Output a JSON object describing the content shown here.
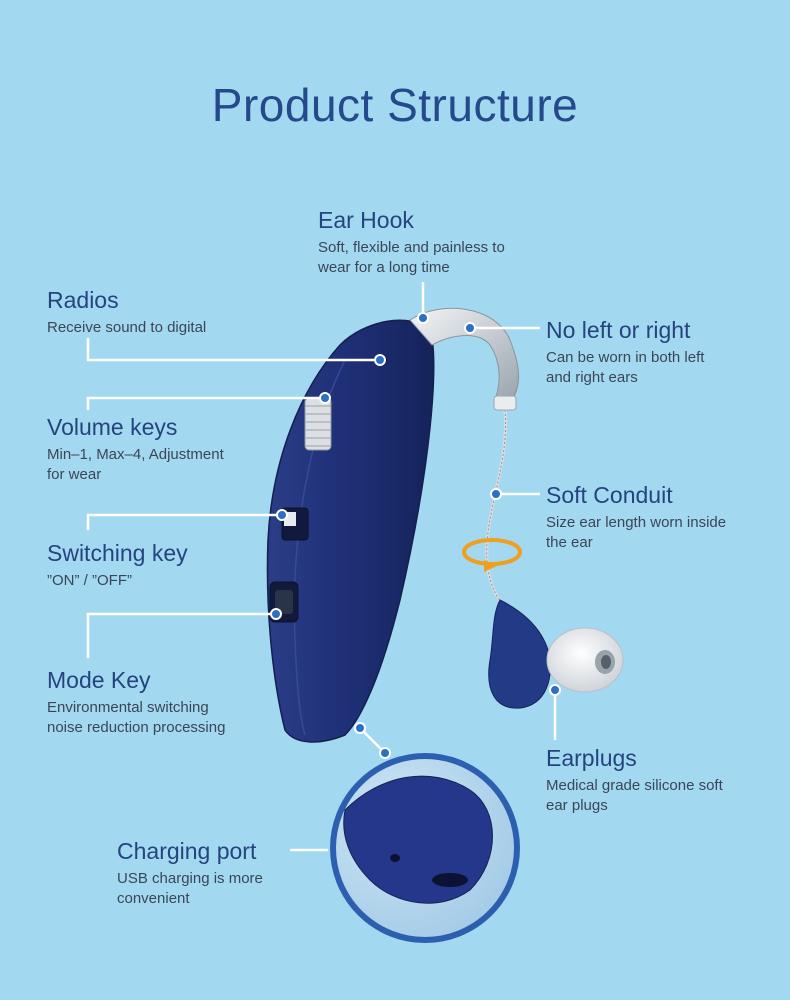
{
  "title": "Product Structure",
  "labels": {
    "ear_hook": {
      "heading": "Ear Hook",
      "line1": "Soft, flexible and painless to",
      "line2": "wear for a long time"
    },
    "radios": {
      "heading": "Radios",
      "line1": "Receive sound to digital"
    },
    "no_left_right": {
      "heading": "No left or right",
      "line1": "Can be worn in both left",
      "line2": "and right ears"
    },
    "volume_keys": {
      "heading": "Volume keys",
      "line1": "Min–1, Max–4, Adjustment",
      "line2": "for wear"
    },
    "soft_conduit": {
      "heading": "Soft Conduit",
      "line1": "Size ear length worn inside",
      "line2": "the ear"
    },
    "switching_key": {
      "heading": "Switching key",
      "line1": "”ON” / ”OFF”"
    },
    "mode_key": {
      "heading": "Mode Key",
      "line1": "Environmental switching",
      "line2": "noise reduction processing"
    },
    "earplugs": {
      "heading": "Earplugs",
      "line1": "Medical grade silicone soft",
      "line2": "ear plugs"
    },
    "charging_port": {
      "heading": "Charging port",
      "line1": "USB charging is more",
      "line2": "convenient"
    }
  },
  "colors": {
    "background": "#a3d8f1",
    "title": "#244a8c",
    "device": "#1e2f72",
    "leader": "#ffffff",
    "dot": "#2d6fc4",
    "rotate_arrow": "#f0a020"
  }
}
